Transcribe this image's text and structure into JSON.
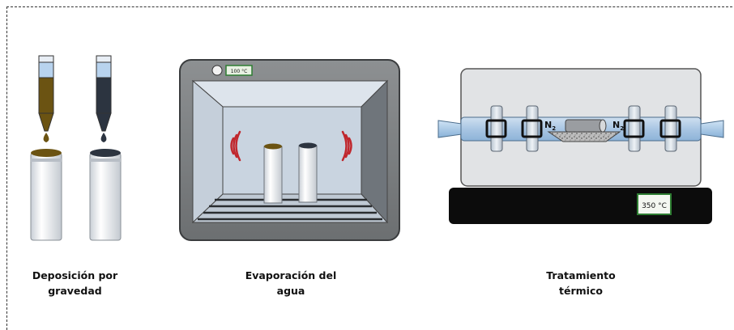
{
  "steps": [
    {
      "caption_line1": "Deposición por",
      "caption_line2": "gravedad"
    },
    {
      "caption_line1": "Evaporación del",
      "caption_line2": "agua"
    },
    {
      "caption_line1": "Tratamiento",
      "caption_line2": "térmico"
    }
  ],
  "oven": {
    "temperature": "100 °C"
  },
  "furnace": {
    "temperature": "350 °C",
    "gas_left": "N",
    "gas_right": "N",
    "gas_subscript": "2"
  },
  "colors": {
    "brown_solution": "#6b5312",
    "dark_solution": "#2c3440",
    "oven_frame": "#7f8284",
    "heat_waves": "#c0272d",
    "display_green": "#2e7d32"
  }
}
